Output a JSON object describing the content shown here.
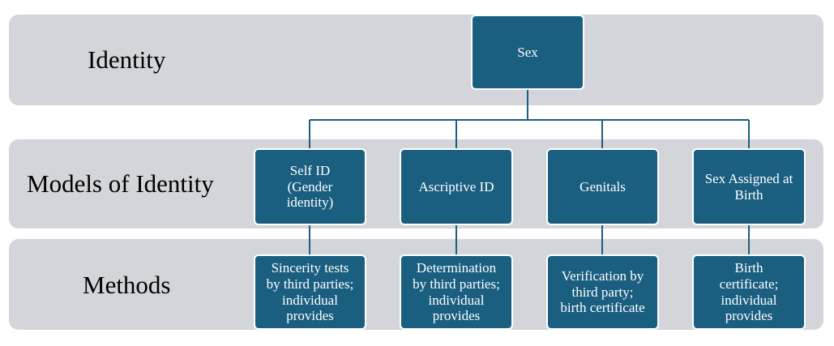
{
  "rows": {
    "identity": "Identity",
    "models": "Models of Identity",
    "methods": "Methods"
  },
  "root": {
    "label": "Sex"
  },
  "models": [
    {
      "label": "Self ID\n(Gender\nidentity)"
    },
    {
      "label": "Ascriptive ID"
    },
    {
      "label": "Genitals"
    },
    {
      "label": "Sex Assigned at\nBirth"
    }
  ],
  "methods": [
    {
      "label": "Sincerity tests\nby third parties;\nindividual\nprovides"
    },
    {
      "label": "Determination\nby third parties;\nindividual\nprovides"
    },
    {
      "label": "Verification by\nthird party;\nbirth certificate"
    },
    {
      "label": "Birth\ncertificate;\nindividual\nprovides"
    }
  ],
  "colors": {
    "node_fill": "#1a5f80",
    "band_fill": "#d3d5da",
    "connector": "#1a5f80"
  }
}
